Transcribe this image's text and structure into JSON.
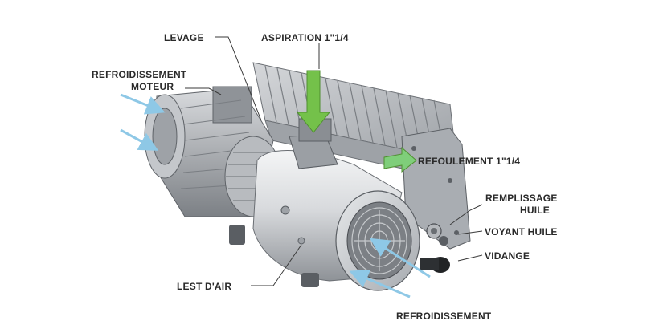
{
  "labels": {
    "levage": "LEVAGE",
    "aspiration": "ASPIRATION 1\"1/4",
    "refroidissement_moteur_1": "REFROIDISSEMENT",
    "refroidissement_moteur_2": "MOTEUR",
    "refoulement": "REFOULEMENT 1\"1/4",
    "remplissage_1": "REMPLISSAGE",
    "remplissage_2": "HUILE",
    "voyant_huile": "VOYANT HUILE",
    "vidange": "VIDANGE",
    "lest_air": "LEST D'AIR",
    "refroidissement_bas": "REFROIDISSEMENT"
  },
  "colors": {
    "airflow_arrow": "#8ec8e6",
    "inlet_arrow": "#74c14a",
    "outlet_arrow": "#7fce7a",
    "body_gray": "#c9ccd0",
    "dark_gray": "#4a4d52"
  }
}
